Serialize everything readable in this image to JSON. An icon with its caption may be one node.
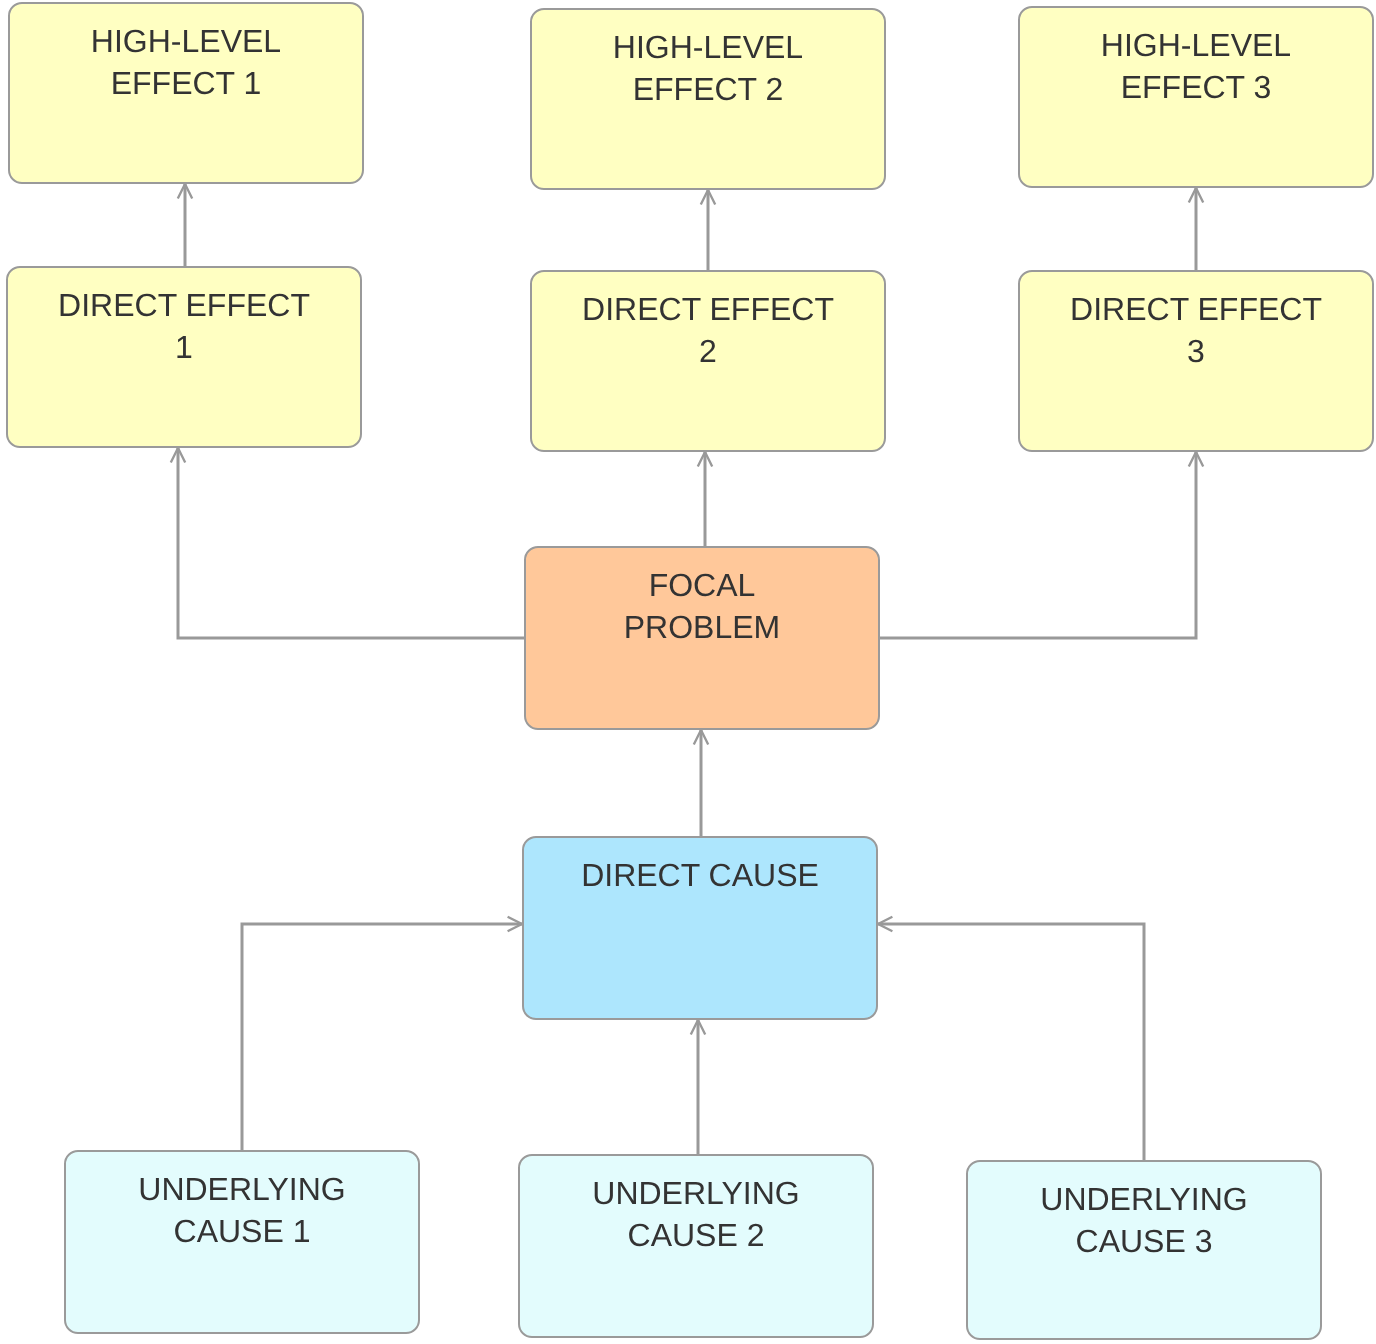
{
  "diagram": {
    "nodes": [
      {
        "text": [
          "HIGH-LEVEL EFFECT 1"
        ]
      },
      {
        "text": [
          "HIGH-LEVEL EFFECT 2"
        ]
      },
      {
        "text": [
          "HIGH-LEVEL EFFECT 3"
        ]
      },
      {
        "text": [
          "DIRECT EFFECT 1"
        ]
      },
      {
        "text": [
          "DIRECT EFFECT 2"
        ]
      },
      {
        "text": [
          "DIRECT EFFECT 3"
        ]
      },
      {
        "text": [
          "FOCAL PROBLEM"
        ]
      },
      {
        "text": [
          "DIRECT CAUSE"
        ]
      },
      {
        "text": [
          "UNDERLYING CAUSE 1"
        ]
      },
      {
        "text": [
          "UNDERLYING CAUSE 2"
        ]
      },
      {
        "text": [
          "UNDERLYING CAUSE 3"
        ]
      }
    ],
    "edges": [
      {
        "from": 3,
        "to": 0,
        "arrow": "to"
      },
      {
        "from": 4,
        "to": 1,
        "arrow": "to"
      },
      {
        "from": 5,
        "to": 2,
        "arrow": "to"
      },
      {
        "from": 6,
        "to": 3,
        "arrow": "to"
      },
      {
        "from": 6,
        "to": 4,
        "arrow": "to"
      },
      {
        "from": 6,
        "to": 5,
        "arrow": "to"
      },
      {
        "from": 7,
        "to": 6,
        "arrow": "to"
      },
      {
        "from": 8,
        "to": 7,
        "arrow": "to"
      },
      {
        "from": 9,
        "to": 7,
        "arrow": "to"
      },
      {
        "from": 10,
        "to": 7,
        "arrow": "to"
      }
    ]
  }
}
